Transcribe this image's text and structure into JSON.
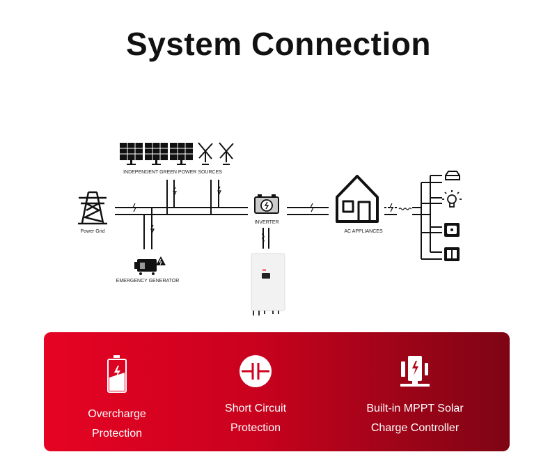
{
  "title": "System Connection",
  "diagram": {
    "labels": {
      "power_grid": "Power Grid",
      "green_sources": "INDEPENDENT GREEN POWER SOURCES",
      "inverter": "INVERTER",
      "ac_appliances": "AC APPLIANCES",
      "generator": "EMERGENCY GENERATOR"
    }
  },
  "features": [
    {
      "icon": "battery-charge-icon",
      "line1": "Overcharge",
      "line2": "Protection"
    },
    {
      "icon": "short-circuit-icon",
      "line1": "Short Circuit",
      "line2": "Protection"
    },
    {
      "icon": "mppt-controller-icon",
      "line1": "Built-in MPPT Solar",
      "line2": "Charge Controller"
    }
  ],
  "colors": {
    "panel_start": "#e60323",
    "panel_end": "#7e0514",
    "text": "#111111"
  }
}
